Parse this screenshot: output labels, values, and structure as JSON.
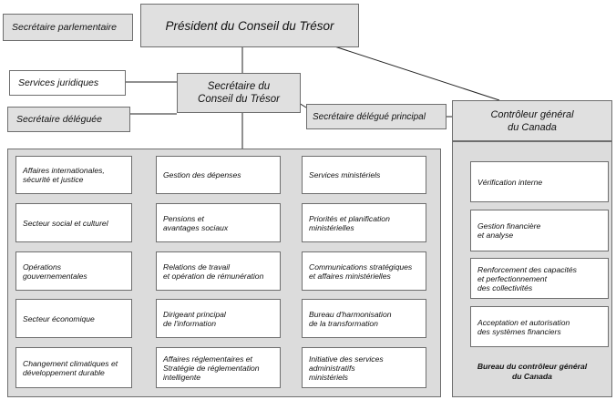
{
  "top": {
    "president": "Président du Conseil du Trésor",
    "parliamentary_secretary": "Secrétaire parlementaire"
  },
  "secretary": {
    "title": "Secrétaire du\nConseil du Trésor",
    "legal_services": "Services juridiques",
    "associate_secretary": "Secrétaire déléguée",
    "senior_associate": "Secrétaire délégué principal"
  },
  "comptroller": {
    "title": "Contrôleur général\ndu Canada",
    "units": [
      "Vérification interne",
      "Gestion financière\net analyse",
      "Renforcement des capacités\net perfectionnement\ndes collectivités",
      "Acceptation et autorisation\ndes systèmes financiers"
    ],
    "caption": "Bureau du contrôleur général\ndu Canada"
  },
  "sectors": {
    "col1": [
      "Affaires  internationales,\nsécurité et  justice",
      "Secteur social et culturel",
      "Opérations\ngouvernementales",
      "Secteur économique",
      "Changement climatiques et\ndéveloppement durable"
    ],
    "col2": [
      "Gestion des dépenses",
      "Pensions et\navantages sociaux",
      "Relations de travail\net opération de rémunération",
      "Dirigeant principal\nde l'information",
      "Affaires réglementaires et\nStratégie de réglementation\nintelligente"
    ],
    "col3": [
      "Services ministériels",
      "Priorités et planification\nministérielles",
      "Communications stratégiques\net affaires ministérielles",
      "Bureau d'harmonisation\nde la transformation",
      "Initiative des services\nadministratifs\nministériels"
    ]
  }
}
